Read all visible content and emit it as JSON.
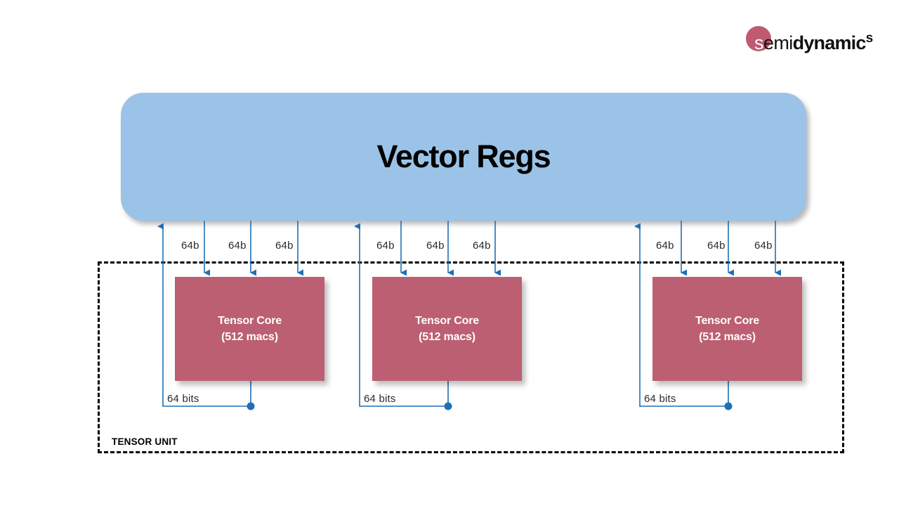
{
  "logo": {
    "part_s": "s",
    "part_emi": "emi",
    "part_dynamic": "dynamic",
    "part_superscript": "s",
    "disc_color": "#bf5a70"
  },
  "vector_regs": {
    "title": "Vector Regs",
    "fill_color": "#9bc3e7"
  },
  "tensor_unit": {
    "label": "TENSOR UNIT",
    "border_style": "dashed",
    "border_color": "#000000"
  },
  "cores": [
    {
      "name": "Tensor Core",
      "spec": "(512 macs)",
      "fill_color": "#bc5f72"
    },
    {
      "name": "Tensor Core",
      "spec": "(512 macs)",
      "fill_color": "#bc5f72"
    },
    {
      "name": "Tensor Core",
      "spec": "(512 macs)",
      "fill_color": "#bc5f72"
    }
  ],
  "bus_labels": {
    "input": [
      "64b",
      "64b",
      "64b",
      "64b",
      "64b",
      "64b",
      "64b",
      "64b",
      "64b"
    ],
    "output": [
      "64 bits",
      "64 bits",
      "64 bits"
    ],
    "wire_color": "#1f6fb5"
  }
}
